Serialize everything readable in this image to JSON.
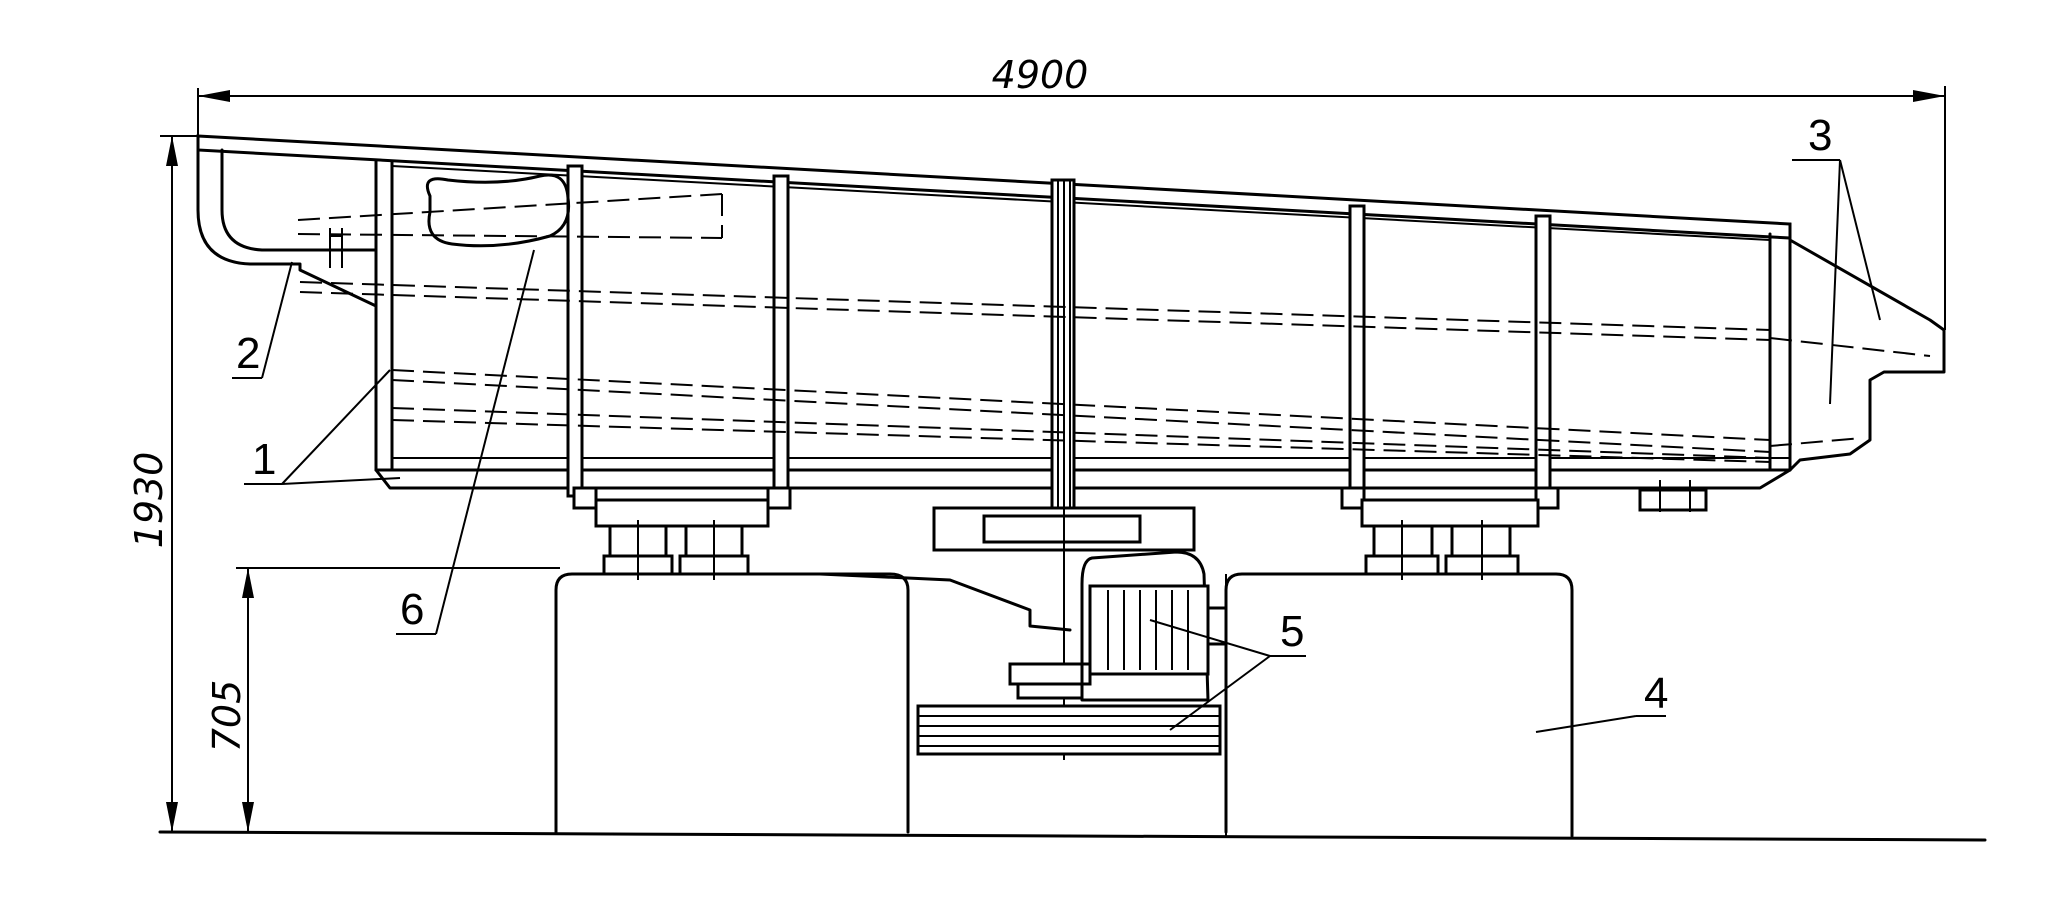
{
  "dimensions": {
    "overall_length": "4900",
    "overall_height": "1930",
    "base_height": "705"
  },
  "callouts": {
    "label_1": "1",
    "label_2": "2",
    "label_3": "3",
    "label_4": "4",
    "label_5": "5",
    "label_6": "6"
  }
}
